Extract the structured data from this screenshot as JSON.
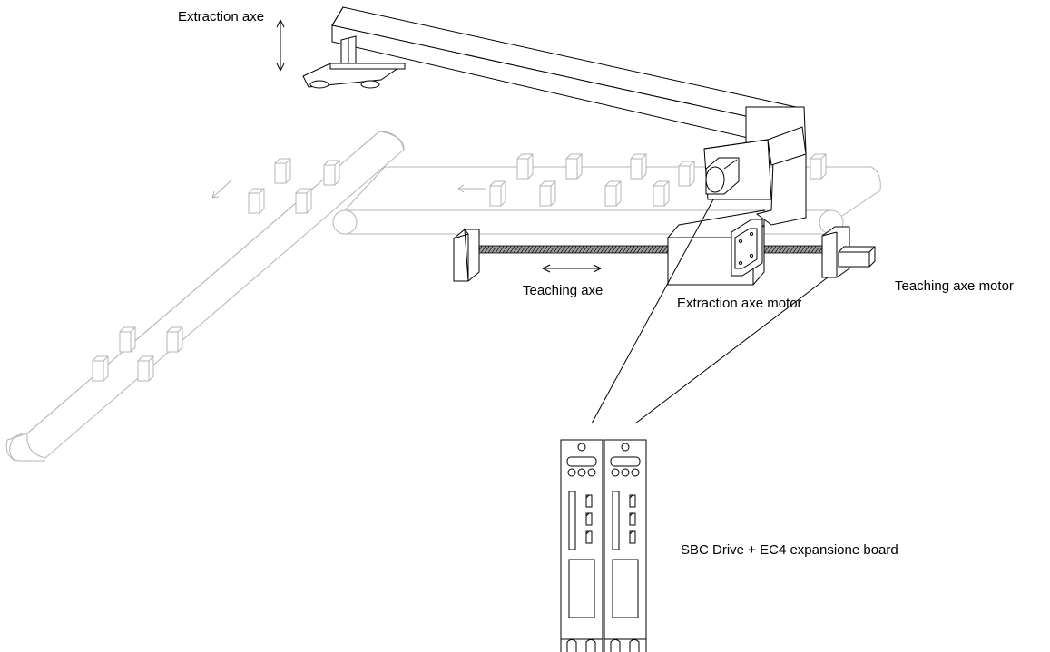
{
  "labels": {
    "extraction_axe": "Extraction axe",
    "teaching_axe": "Teaching axe",
    "extraction_axe_motor": "Extraction axe motor",
    "teaching_axe_motor": "Teaching axe motor",
    "drive": "SBC Drive + EC4 expansione board"
  },
  "colors": {
    "ink": "#000000",
    "conveyor": "#b4b4b4",
    "screw": "#7a7a7a",
    "background": "#ffffff"
  }
}
